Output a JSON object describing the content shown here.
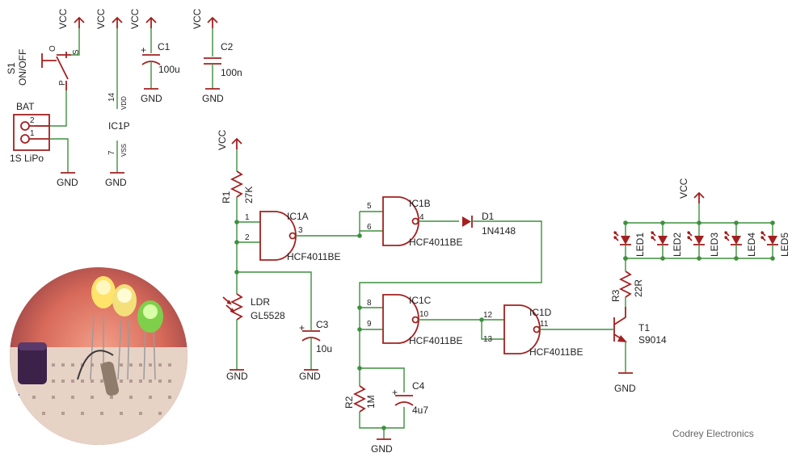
{
  "labels": {
    "vcc": "VCC",
    "gnd": "GND",
    "s1_ref": "S1",
    "s1_val": "ON/OFF",
    "s1_pin_o": "O",
    "s1_pin_s": "S",
    "s1_pin_p": "P",
    "bat_ref": "BAT",
    "bat_val": "1S LiPo",
    "bat_pin2": "2",
    "bat_pin1": "1",
    "c1_ref": "C1",
    "c1_val": "100u",
    "c2_ref": "C2",
    "c2_val": "100n",
    "ic1p_ref": "IC1P",
    "ic1p_pin14": "14",
    "ic1p_vdd": "VDD",
    "ic1p_pin7": "7",
    "ic1p_vss": "VSS",
    "r1_ref": "R1",
    "r1_val": "27K",
    "ic1a_ref": "IC1A",
    "ic1a_val": "HCF4011BE",
    "ic1b_ref": "IC1B",
    "ic1b_val": "HCF4011BE",
    "ic1c_ref": "IC1C",
    "ic1c_val": "HCF4011BE",
    "ic1d_ref": "IC1D",
    "ic1d_val": "HCF4011BE",
    "d1_ref": "D1",
    "d1_val": "1N4148",
    "ldr_ref": "LDR",
    "ldr_val": "GL5528",
    "c3_ref": "C3",
    "c3_val": "10u",
    "r2_ref": "R2",
    "r2_val": "1M",
    "c4_ref": "C4",
    "c4_val": "4u7",
    "r3_ref": "R3",
    "r3_val": "22R",
    "t1_ref": "T1",
    "t1_val": "S9014",
    "led1": "LED1",
    "led2": "LED2",
    "led3": "LED3",
    "led4": "LED4",
    "led5": "LED5",
    "pin1": "1",
    "pin2": "2",
    "pin3": "3",
    "pin4": "4",
    "pin5": "5",
    "pin6": "6",
    "pin8": "8",
    "pin9": "9",
    "pin10": "10",
    "pin11": "11",
    "pin12": "12",
    "pin13": "13",
    "plus": "+",
    "credit": "Codrey Electronics"
  },
  "colors": {
    "wire": "#3f8f3f",
    "symbol": "#a32020"
  }
}
